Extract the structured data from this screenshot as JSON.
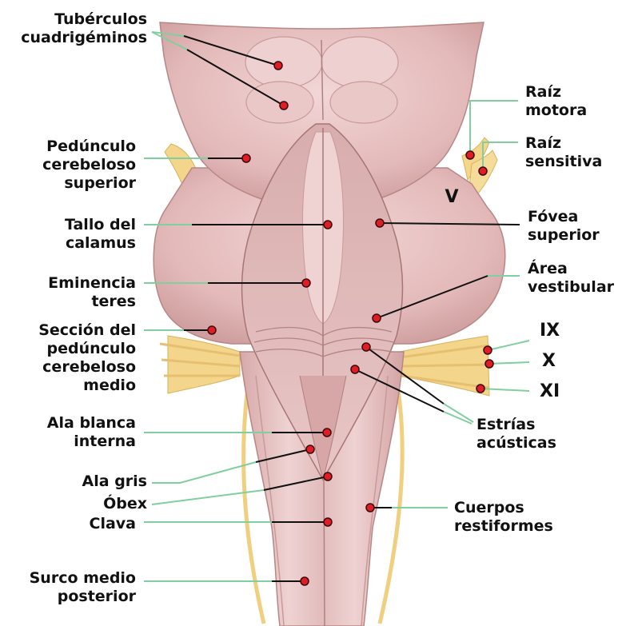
{
  "diagram": {
    "labels": {
      "tuberculos": [
        "Tubérculos",
        "cuadrigéminos"
      ],
      "pedunculo_superior": [
        "Pedúnculo",
        "cerebeloso",
        "superior"
      ],
      "tallo": [
        "Tallo del",
        "calamus"
      ],
      "eminencia": [
        "Eminencia",
        "teres"
      ],
      "seccion": [
        "Sección  del",
        "pedúnculo",
        "cerebeloso",
        "medio"
      ],
      "ala_blanca": [
        "Ala blanca",
        "interna"
      ],
      "ala_gris": [
        "Ala gris"
      ],
      "obex": [
        "Óbex"
      ],
      "clava": [
        "Clava"
      ],
      "surco": [
        "Surco medio",
        "posterior"
      ],
      "raiz_motora": [
        "Raíz",
        "motora"
      ],
      "raiz_sensitiva": [
        "Raíz",
        "sensitiva"
      ],
      "fovea": [
        "Fóvea",
        "superior"
      ],
      "area": [
        "Área",
        "vestibular"
      ],
      "nervio_ix": [
        "IX"
      ],
      "nervio_x": [
        "X"
      ],
      "nervio_xi": [
        "XI"
      ],
      "estrias": [
        "Estrías",
        "acústicas"
      ],
      "cuerpos": [
        "Cuerpos",
        "restiformes"
      ],
      "nervio_v": [
        "V"
      ]
    },
    "colors": {
      "tissue": "#e9c3c3",
      "tissue_dark": "#c99a9a",
      "tissue_shadow": "#b98686",
      "nerve": "#f3d58c",
      "nerve_dark": "#d9b25c",
      "leader_line": "#111111",
      "leader_line_green": "#7fcf9f",
      "dot": "#e01c24",
      "dot_outline": "#3a0a0a"
    }
  }
}
